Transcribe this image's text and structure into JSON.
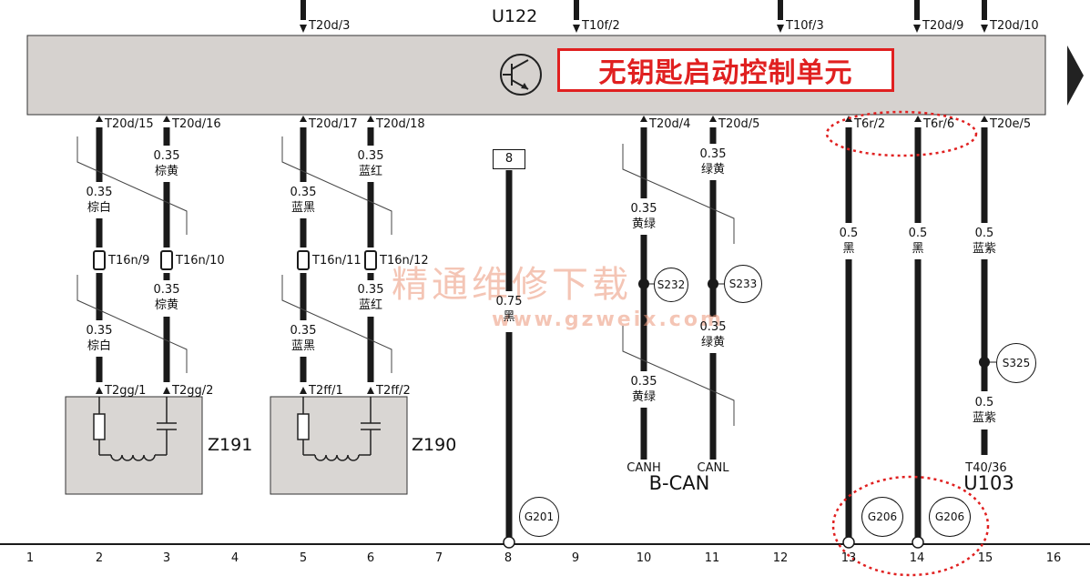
{
  "control_unit": {
    "code": "U122",
    "name": "无钥匙启动控制单元"
  },
  "top_pins": [
    "T20d/3",
    "T10f/2",
    "T10f/3",
    "T20d/9",
    "T20d/10"
  ],
  "bottom_pins": [
    "T20d/15",
    "T20d/16",
    "T20d/17",
    "T20d/18",
    "T20d/4",
    "T20d/5",
    "T6r/2",
    "T6r/6",
    "T20e/5"
  ],
  "wires": {
    "w2a": {
      "size": "0.35",
      "color": "棕白"
    },
    "w3a": {
      "size": "0.35",
      "color": "棕黄"
    },
    "w5a": {
      "size": "0.35",
      "color": "蓝黑"
    },
    "w6a": {
      "size": "0.35",
      "color": "蓝红"
    },
    "w2b": {
      "size": "0.35",
      "color": "棕白"
    },
    "w3b": {
      "size": "0.35",
      "color": "棕黄"
    },
    "w5b": {
      "size": "0.35",
      "color": "蓝黑"
    },
    "w6b": {
      "size": "0.35",
      "color": "蓝红"
    },
    "w8": {
      "size": "0.75",
      "color": "黑"
    },
    "w10a": {
      "size": "0.35",
      "color": "黄绿"
    },
    "w11a": {
      "size": "0.35",
      "color": "绿黄"
    },
    "w10b": {
      "size": "0.35",
      "color": "黄绿"
    },
    "w11b": {
      "size": "0.35",
      "color": "绿黄"
    },
    "w13": {
      "size": "0.5",
      "color": "黑"
    },
    "w14": {
      "size": "0.5",
      "color": "黑"
    },
    "w15a": {
      "size": "0.5",
      "color": "蓝紫"
    },
    "w15b": {
      "size": "0.5",
      "color": "蓝紫"
    }
  },
  "inline_connectors": [
    "T16n/9",
    "T16n/10",
    "T16n/11",
    "T16n/12"
  ],
  "antenna_pins": [
    "T2gg/1",
    "T2gg/2",
    "T2ff/1",
    "T2ff/2"
  ],
  "antennas": [
    "Z191",
    "Z190"
  ],
  "connector_box": "8",
  "splices": [
    "S232",
    "S233",
    "S325"
  ],
  "grounds": [
    "G201",
    "G206",
    "G206"
  ],
  "bus": {
    "canh": "CANH",
    "canl": "CANL",
    "name": "B-CAN"
  },
  "u103": {
    "pin": "T40/36",
    "code": "U103"
  },
  "watermark": {
    "text": "精通维修下载",
    "url": "www.gzweix.com"
  },
  "columns": [
    "1",
    "2",
    "3",
    "4",
    "5",
    "6",
    "7",
    "8",
    "9",
    "10",
    "11",
    "12",
    "13",
    "14",
    "15",
    "16"
  ],
  "colors": {
    "wire": "#1a1a1a",
    "unit_fill": "#d6d2cf",
    "highlight": "#e02020",
    "antenna_fill": "#d9d6d3"
  }
}
